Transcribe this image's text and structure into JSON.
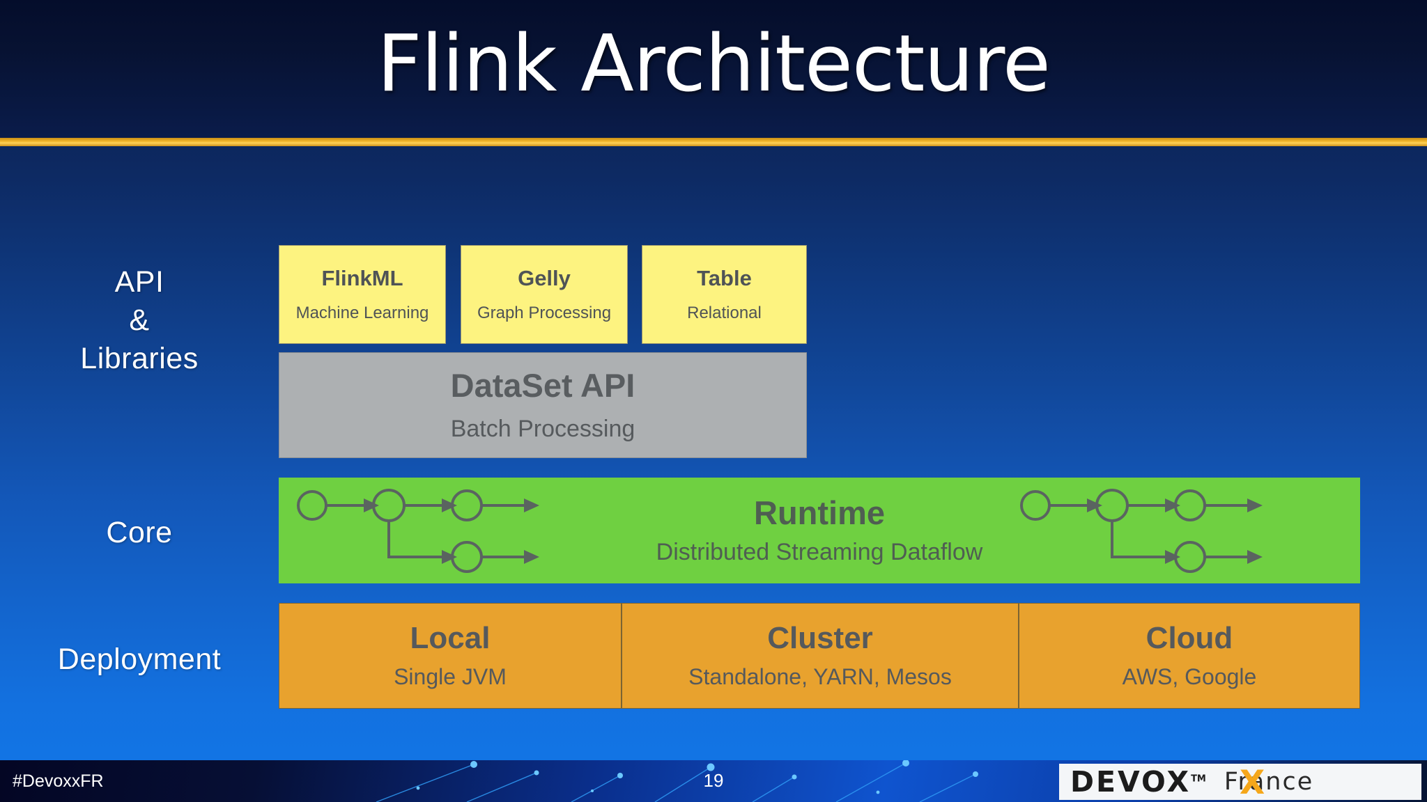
{
  "slide": {
    "title": "Flink Architecture",
    "page_number": "19",
    "colors": {
      "background_top": "#0a1a45",
      "background_bottom": "#1177e8",
      "gold_rule": "#f0b429",
      "api_box": "#fdf380",
      "dataset_box": "#adb0b2",
      "runtime_box": "#6fd041",
      "deployment_box": "#e8a22e",
      "box_text": "#4d5154"
    }
  },
  "side_labels": {
    "api": "API\n&\nLibraries",
    "api_line1": "API",
    "api_line2": "&",
    "api_line3": "Libraries",
    "core": "Core",
    "deployment": "Deployment"
  },
  "layers": {
    "api_libraries": [
      {
        "title": "FlinkML",
        "subtitle": "Machine Learning"
      },
      {
        "title": "Gelly",
        "subtitle": "Graph Processing"
      },
      {
        "title": "Table",
        "subtitle": "Relational"
      }
    ],
    "dataset": {
      "title": "DataSet API",
      "subtitle": "Batch Processing"
    },
    "runtime": {
      "title": "Runtime",
      "subtitle": "Distributed Streaming Dataflow"
    },
    "deployment": [
      {
        "title": "Local",
        "subtitle": "Single JVM"
      },
      {
        "title": "Cluster",
        "subtitle": "Standalone, YARN, Mesos"
      },
      {
        "title": "Cloud",
        "subtitle": "AWS, Google"
      }
    ]
  },
  "footer": {
    "hashtag": "#DevoxxFR",
    "page": "19",
    "logo_word": "DEVOX",
    "logo_x_accent": "X",
    "logo_tm": "TM",
    "logo_region": "France"
  }
}
